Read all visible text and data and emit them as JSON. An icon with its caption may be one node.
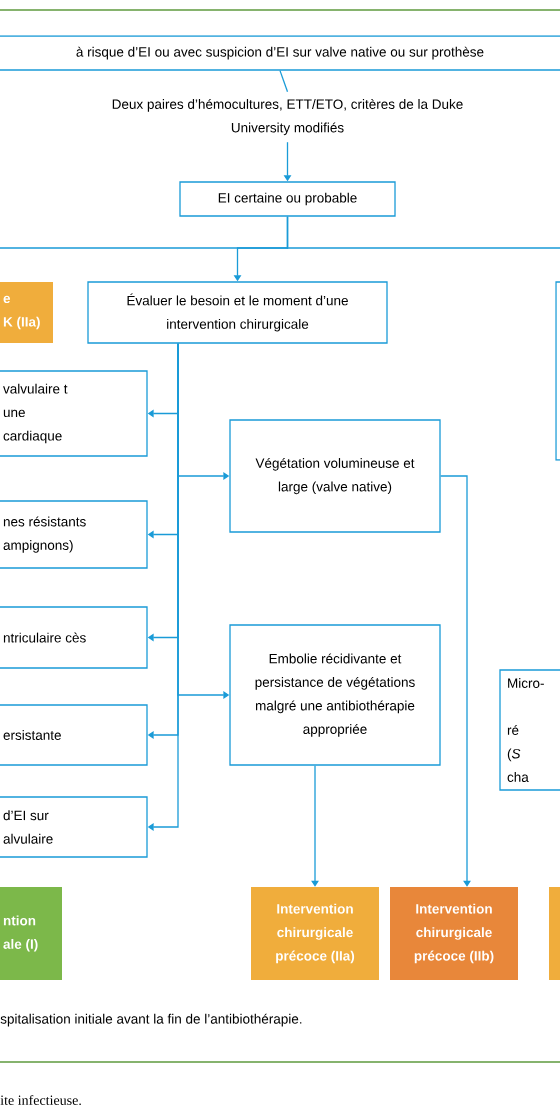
{
  "diagram": {
    "nodes": [
      {
        "text": [
          "à risque d’EI ou avec suspicion d’EI sur valve native ou sur prothèse"
        ]
      },
      {
        "text": [
          "Deux paires d’hémocultures, ETT/ETO, critères de la Duke University modifiés"
        ]
      },
      {
        "text": [
          "EI certaine ou probable"
        ]
      },
      {
        "text": [
          "e K (IIa)"
        ]
      },
      {
        "text": [
          "Évaluer le besoin et le moment d’une intervention chirurgicale"
        ]
      },
      {
        "text": [],
        "shape": "box"
      },
      {
        "text": [
          "valvulaire t une cardiaque"
        ]
      },
      {
        "text": [
          "Végétation volumineuse et large (valve native)"
        ]
      },
      {
        "text": [
          "nes résistants ampignons)"
        ]
      },
      {
        "text": [
          "ntriculaire cès"
        ]
      },
      {
        "text": [
          "Embolie récidivante et persistance de végétations malgré une antibiothérapie appropriée"
        ]
      },
      {
        "text": [
          "ersistante"
        ]
      },
      {
        "text": [
          "Micro- ré (*S* cha"
        ]
      },
      {
        "text": [
          "d’EI sur alvulaire"
        ]
      },
      {
        "text": [
          "ntion ale (I)"
        ]
      },
      {
        "text": [
          "Intervention chirurgicale précoce (IIa)"
        ]
      },
      {
        "text": [
          "Intervention chirurgicale précoce (IIb)"
        ]
      },
      {
        "text": [],
        "shape": "box"
      }
    ],
    "edges": [
      {
        "from": 0,
        "to": 1,
        "arrow": "none"
      },
      {
        "from": 1,
        "to": 2,
        "arrow": "to"
      },
      {
        "from": 2,
        "to": 4,
        "arrow": "to"
      },
      {
        "from": 2,
        "to": null,
        "arrow": "none"
      },
      {
        "from": 2,
        "to": null,
        "arrow": "none"
      },
      {
        "from": 4,
        "to": 6,
        "arrow": "to"
      },
      {
        "from": 4,
        "to": 7,
        "arrow": "to"
      },
      {
        "from": 4,
        "to": 8,
        "arrow": "to"
      },
      {
        "from": 4,
        "to": 9,
        "arrow": "to"
      },
      {
        "from": 4,
        "to": 10,
        "arrow": "to"
      },
      {
        "from": 4,
        "to": 11,
        "arrow": "to"
      },
      {
        "from": 4,
        "to": 13,
        "arrow": "to"
      },
      {
        "from": 7,
        "to": 16,
        "arrow": "to"
      },
      {
        "from": 10,
        "to": 15,
        "arrow": "to"
      }
    ],
    "labels": [
      "spitalisation initiale avant la fin de l’antibiothérapie.",
      "ite infectieuse."
    ]
  }
}
